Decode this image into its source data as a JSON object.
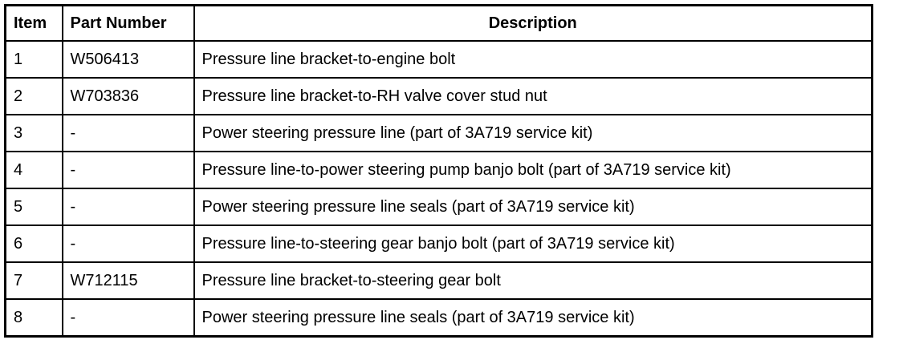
{
  "table": {
    "headers": {
      "item": "Item",
      "part_number": "Part Number",
      "description": "Description"
    },
    "rows": [
      {
        "item": "1",
        "part_number": "W506413",
        "description": "Pressure line bracket-to-engine bolt"
      },
      {
        "item": "2",
        "part_number": "W703836",
        "description": "Pressure line bracket-to-RH valve cover stud nut"
      },
      {
        "item": "3",
        "part_number": "-",
        "description": "Power steering pressure line (part of 3A719 service kit)"
      },
      {
        "item": "4",
        "part_number": "-",
        "description": "Pressure line-to-power steering pump banjo bolt (part of 3A719 service kit)"
      },
      {
        "item": "5",
        "part_number": "-",
        "description": "Power steering pressure line seals (part of 3A719 service kit)"
      },
      {
        "item": "6",
        "part_number": "-",
        "description": "Pressure line-to-steering gear banjo bolt (part of 3A719 service kit)"
      },
      {
        "item": "7",
        "part_number": "W712115",
        "description": "Pressure line bracket-to-steering gear bolt"
      },
      {
        "item": "8",
        "part_number": "-",
        "description": "Power steering pressure line seals (part of 3A719 service kit)"
      }
    ]
  },
  "colors": {
    "border": "#000000",
    "text": "#000000",
    "background": "#ffffff"
  }
}
